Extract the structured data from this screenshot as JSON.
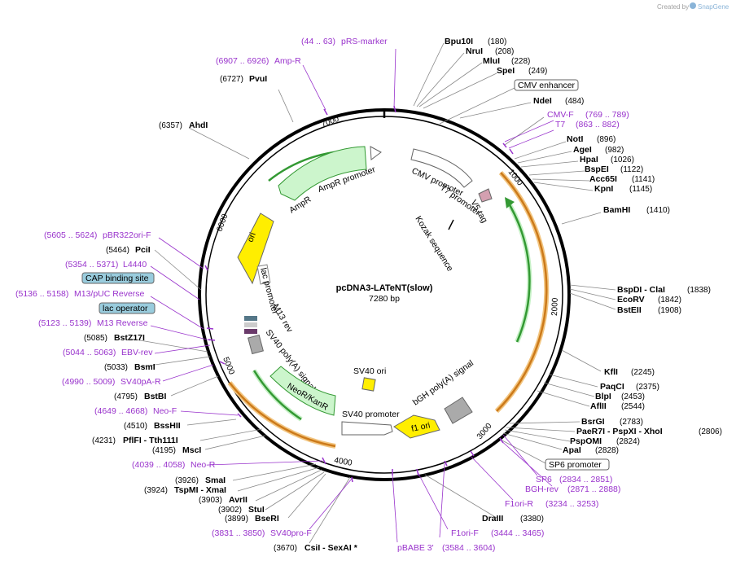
{
  "map": {
    "name": "pcDNA3-LATeNT(slow)",
    "length_label": "7280 bp",
    "credit": "Created by",
    "brand": "SnapGene",
    "tick_labels": [
      "1000",
      "2000",
      "3000",
      "4000",
      "5000",
      "6000",
      "7000"
    ]
  },
  "enzymes_right": [
    {
      "name": "Bpu10I",
      "pos": "(180)"
    },
    {
      "name": "NruI",
      "pos": "(208)"
    },
    {
      "name": "MluI",
      "pos": "(228)"
    },
    {
      "name": "SpeI",
      "pos": "(249)"
    },
    {
      "name": "NdeI",
      "pos": "(484)"
    },
    {
      "name": "NotI",
      "pos": "(896)"
    },
    {
      "name": "AgeI",
      "pos": "(982)"
    },
    {
      "name": "HpaI",
      "pos": "(1026)"
    },
    {
      "name": "BspEI",
      "pos": "(1122)"
    },
    {
      "name": "Acc65I",
      "pos": "(1141)"
    },
    {
      "name": "KpnI",
      "pos": "(1145)"
    },
    {
      "name": "BamHI",
      "pos": "(1410)"
    },
    {
      "name": "BspDI - ClaI",
      "pos": "(1838)"
    },
    {
      "name": "EcoRV",
      "pos": "(1842)"
    },
    {
      "name": "BstEII",
      "pos": "(1908)"
    },
    {
      "name": "KflI",
      "pos": "(2245)"
    },
    {
      "name": "PaqCI",
      "pos": "(2375)"
    },
    {
      "name": "BlpI",
      "pos": "(2453)"
    },
    {
      "name": "AflII",
      "pos": "(2544)"
    },
    {
      "name": "BsrGI",
      "pos": "(2783)"
    },
    {
      "name": "PaeR7I - PspXI - XhoI",
      "pos": "(2806)"
    },
    {
      "name": "PspOMI",
      "pos": "(2824)"
    },
    {
      "name": "ApaI",
      "pos": "(2828)"
    },
    {
      "name": "DraIII",
      "pos": "(3380)"
    }
  ],
  "enzymes_left": [
    {
      "name": "PvuI",
      "pos": "(6727)"
    },
    {
      "name": "AhdI",
      "pos": "(6357)"
    },
    {
      "name": "PciI",
      "pos": "(5464)"
    },
    {
      "name": "BstZ17I",
      "pos": "(5085)"
    },
    {
      "name": "BsmI",
      "pos": "(5033)"
    },
    {
      "name": "BstBI",
      "pos": "(4795)"
    },
    {
      "name": "BssHII",
      "pos": "(4510)"
    },
    {
      "name": "PflFI - Tth111I",
      "pos": "(4231)"
    },
    {
      "name": "MscI",
      "pos": "(4195)"
    },
    {
      "name": "SmaI",
      "pos": "(3926)"
    },
    {
      "name": "TspMI - XmaI",
      "pos": "(3924)"
    },
    {
      "name": "AvrII",
      "pos": "(3903)"
    },
    {
      "name": "StuI",
      "pos": "(3902)"
    },
    {
      "name": "BseRI",
      "pos": "(3899)"
    },
    {
      "name": "CsiI - SexAI *",
      "pos": "(3670)"
    }
  ],
  "primers": [
    {
      "name": "pRS-marker",
      "range": "(44 .. 63)"
    },
    {
      "name": "Amp-R",
      "range": "(6907 .. 6926)"
    },
    {
      "name": "CMV-F",
      "range": "(769 .. 789)"
    },
    {
      "name": "T7",
      "range": "(863 .. 882)"
    },
    {
      "name": "pBR322ori-F",
      "range": "(5605 .. 5624)"
    },
    {
      "name": "L4440",
      "range": "(5354 .. 5371)"
    },
    {
      "name": "M13/pUC Reverse",
      "range": "(5136 .. 5158)"
    },
    {
      "name": "M13 Reverse",
      "range": "(5123 .. 5139)"
    },
    {
      "name": "EBV-rev",
      "range": "(5044 .. 5063)"
    },
    {
      "name": "SV40pA-R",
      "range": "(4990 .. 5009)"
    },
    {
      "name": "Neo-F",
      "range": "(4649 .. 4668)"
    },
    {
      "name": "Neo-R",
      "range": "(4039 .. 4058)"
    },
    {
      "name": "SV40pro-F",
      "range": "(3831 .. 3850)"
    },
    {
      "name": "pBABE 3'",
      "range": "(3584 .. 3604)"
    },
    {
      "name": "SP6",
      "range": "(2834 .. 2851)"
    },
    {
      "name": "BGH-rev",
      "range": "(2871 .. 2888)"
    },
    {
      "name": "F1ori-R",
      "range": "(3234 .. 3253)"
    },
    {
      "name": "F1ori-F",
      "range": "(3444 .. 3465)"
    }
  ],
  "boxed_features": [
    {
      "name": "CMV enhancer"
    },
    {
      "name": "SP6 promoter"
    },
    {
      "name": "CAP binding site"
    },
    {
      "name": "lac operator"
    }
  ],
  "inner_features": {
    "cmv_promoter": "CMV promoter",
    "t7_promoter": "T7 promoter",
    "v5_tag": "V5 tag",
    "kozak": "Kozak sequence",
    "ampr_promoter": "AmpR promoter",
    "ampr": "AmpR",
    "ori": "ori",
    "lac_promoter": "lac promoter",
    "m13_rev": "M13 rev",
    "sv40_polya": "SV40 poly(A) signal",
    "neor": "NeoR/KanR",
    "sv40_promoter": "SV40 promoter",
    "sv40_ori": "SV40 ori",
    "f1_ori": "f1 ori",
    "bgh_polya": "bGH poly(A) signal"
  },
  "colors": {
    "primer": "#9933cc",
    "ampr_fill": "#ccf5cc",
    "green_arc": "#339933",
    "orange_arc": "#cc7a1a",
    "ori_fill": "#ffee00",
    "box_fill": "#99ccdd"
  }
}
